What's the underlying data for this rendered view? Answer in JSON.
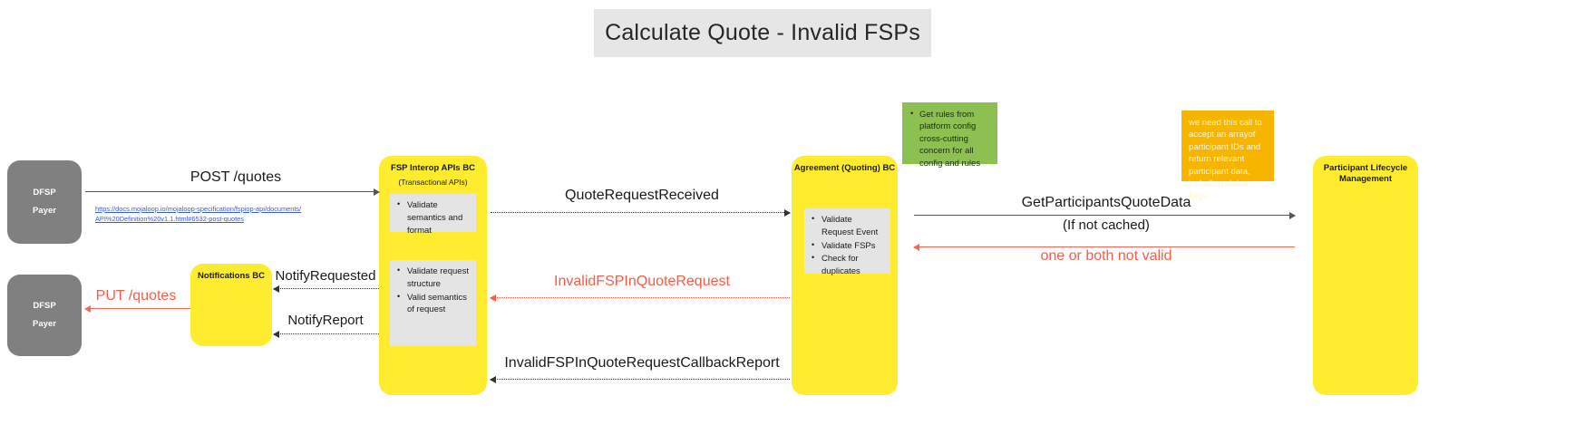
{
  "title": "Calculate Quote - Invalid FSPs",
  "colors": {
    "title_bg": "#e6e6e6",
    "actor_gray": "#808080",
    "component_yellow": "#ffec2e",
    "note_green": "#8cc152",
    "note_orange": "#f7b500",
    "error_red": "#fa5a46",
    "link_blue": "#3b5bdb",
    "inner_gray": "#e4e4e4"
  },
  "actors": {
    "dfsp_payer_top": {
      "line1": "DFSP",
      "line2": "Payer"
    },
    "dfsp_payer_bottom": {
      "line1": "DFSP",
      "line2": "Payer"
    }
  },
  "components": {
    "notifications": {
      "title": "Notifications BC"
    },
    "fsp_interop": {
      "title": "FSP Interop APIs BC",
      "subtitle": "(Transactional APIs)",
      "box1": [
        "Validate semantics and format"
      ],
      "box2": [
        "Validate request structure",
        "Valid semantics of request"
      ]
    },
    "agreement": {
      "title": "Agreement (Quoting) BC",
      "box1": [
        "Validate Request Event",
        "Validate FSPs",
        "Check for duplicates"
      ]
    },
    "participant_lifecycle": {
      "title": "Participant Lifecycle Management"
    }
  },
  "notes": {
    "green": [
      "Get rules from platform config cross-cutting concern for all config and rules"
    ],
    "orange": "we need this call to accept an arrayof participant IDs and return relevant participant data, including status flags"
  },
  "messages": {
    "post_quotes": "POST /quotes",
    "post_quotes_url": "https://docs.mojaloop.io/mojaloop-specification/fspiop-api/documents/API%20Definition%20v1.1.html#6532-post-quotes",
    "quote_request_received": "QuoteRequestReceived",
    "get_participants_quote_data": "GetParticipantsQuoteData",
    "get_participants_quote_data_sub": "(If not cached)",
    "one_or_both_not_valid": "one or both not valid",
    "invalid_fsp_in_quote_request": "InvalidFSPInQuoteRequest",
    "notify_requested": "NotifyRequested",
    "notify_report": "NotifyReport",
    "put_quotes": "PUT /quotes",
    "invalid_fsp_callback_report": "InvalidFSPInQuoteRequestCallbackReport"
  }
}
